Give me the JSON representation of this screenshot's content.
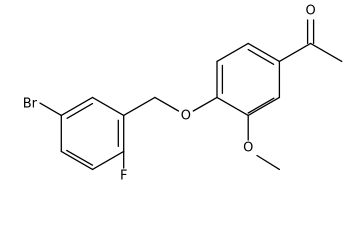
{
  "molecule": {
    "atoms": {
      "br": "Br",
      "f": "F",
      "o_ether": "O",
      "o_methoxy": "O",
      "o_carbonyl": "O"
    }
  },
  "colors": {
    "bond": "#000000",
    "label": "#000000",
    "background": "#ffffff"
  }
}
